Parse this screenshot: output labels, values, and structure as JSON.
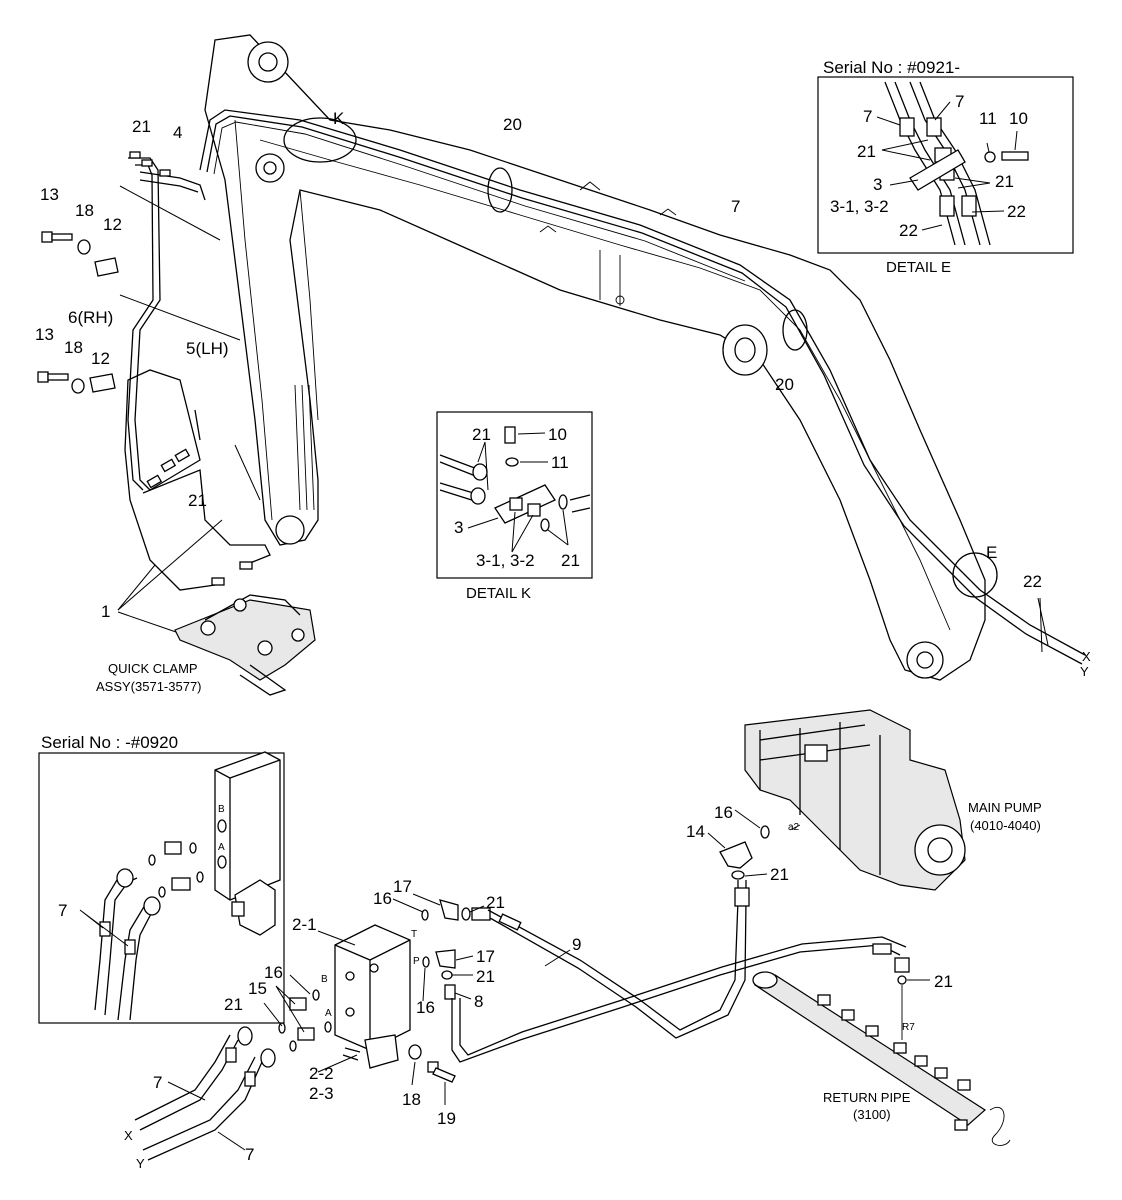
{
  "serial_top": "Serial No : #0921-",
  "serial_bottom": "Serial No : -#0920",
  "detail_e_caption": "DETAIL  E",
  "detail_k_caption": "DETAIL  K",
  "quick_clamp": [
    "QUICK CLAMP",
    "ASSY(3571-3577)"
  ],
  "main_pump": [
    "MAIN PUMP",
    "(4010-4040)"
  ],
  "return_pipe": [
    "RETURN PIPE",
    "(3100)"
  ],
  "marker_k": "K",
  "marker_e": "E",
  "parts": {
    "p1": "1",
    "p2_1": "2-1",
    "p2_2": "2-2",
    "p2_3": "2-3",
    "p3": "3",
    "p3_sub": "3-1, 3-2",
    "p4": "4",
    "p5": "5(LH)",
    "p6": "6(RH)",
    "p7": "7",
    "p8": "8",
    "p9": "9",
    "p10": "10",
    "p11": "11",
    "p12": "12",
    "p13": "13",
    "p14": "14",
    "p15": "15",
    "p16": "16",
    "p17": "17",
    "p18": "18",
    "p19": "19",
    "p20": "20",
    "p21": "21",
    "p22": "22"
  },
  "port_letters": {
    "x": "X",
    "y": "Y",
    "a": "A",
    "b": "B",
    "t": "T",
    "p": "P",
    "a2": "a2",
    "r7": "R7"
  }
}
